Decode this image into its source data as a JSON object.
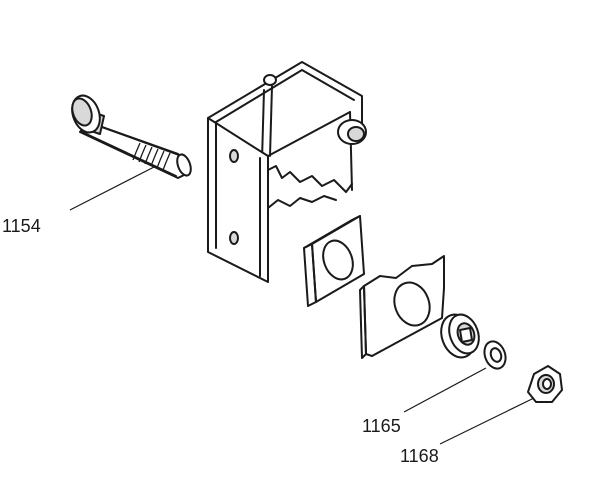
{
  "callouts": {
    "bolt": "1154",
    "washer": "1165",
    "nut": "1168"
  }
}
